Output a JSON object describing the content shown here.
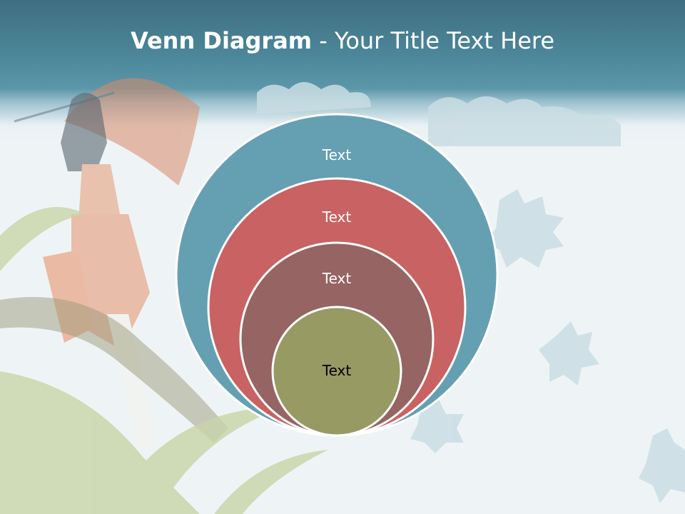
{
  "slide": {
    "title_bold": "Venn Diagram",
    "title_rest": " - Your Title Text Here",
    "footer_note": ""
  },
  "diagram": {
    "circles": [
      {
        "label": "Text",
        "fill": "#659fb2",
        "text_color": "#ffffff"
      },
      {
        "label": "Text",
        "fill": "#c96262",
        "text_color": "#ffffff"
      },
      {
        "label": "Text",
        "fill": "#956463",
        "text_color": "#ffffff"
      },
      {
        "label": "Text",
        "fill": "#979a63",
        "text_color": "#000000"
      }
    ]
  },
  "colors": {
    "header": "#4f8a9e",
    "background": "#eef4f6",
    "clouds": "#c9dde3",
    "foliage": "#c8d4a8"
  },
  "decor": {
    "icons": [
      "umbrella-girl-illustration",
      "palm-leaves",
      "cloud-shapes"
    ]
  }
}
